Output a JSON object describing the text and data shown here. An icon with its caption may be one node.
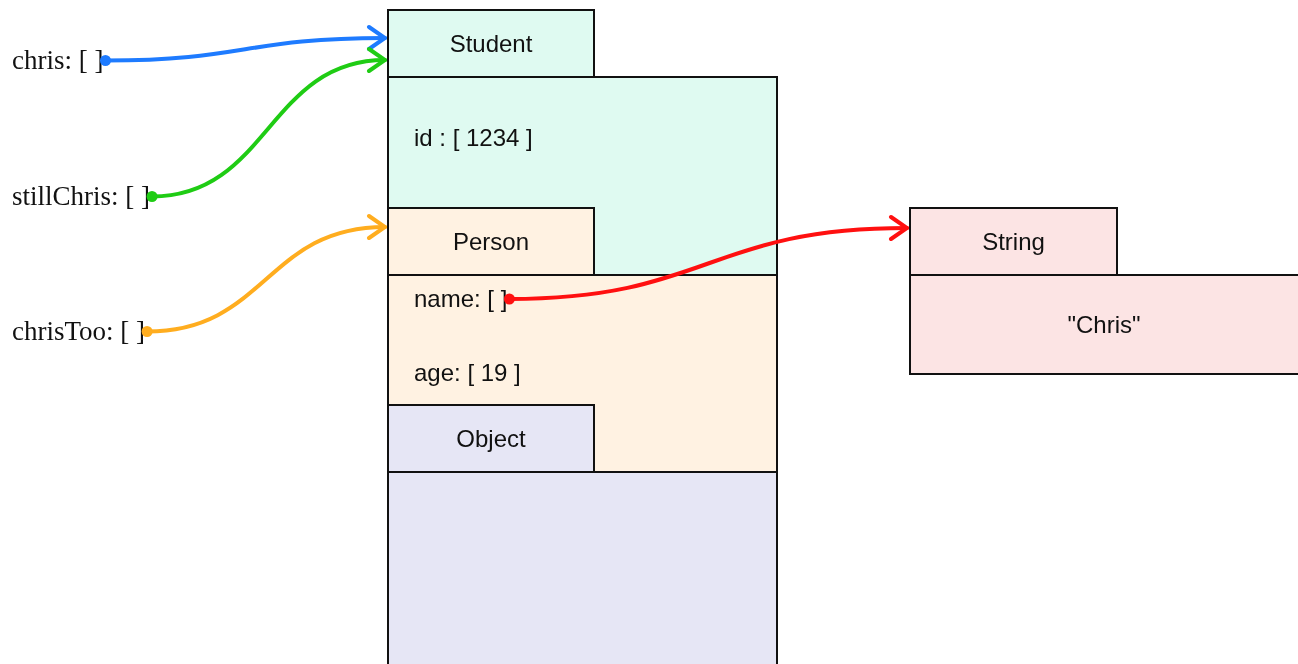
{
  "diagram": {
    "nodes": [
      {
        "text": [
          "chris: [ ]"
        ]
      },
      {
        "text": [
          "stillChris: [ ]"
        ]
      },
      {
        "text": [
          "chrisToo: [ ]"
        ]
      },
      {
        "text": [
          "Student",
          "id : [ 1234 ]"
        ]
      },
      {
        "text": [
          "Person"
        ],
        "in": 3
      },
      {
        "text": [
          "name: [ ]"
        ],
        "in": 4
      },
      {
        "text": [
          "age: [ 19 ]"
        ],
        "in": 4
      },
      {
        "text": [
          "Object"
        ],
        "in": 4
      },
      {
        "text": [
          "String",
          "\"Chris\""
        ]
      }
    ],
    "edges": [
      {
        "from": 0,
        "to": 3,
        "arrow": "to",
        "color": "#1e7bff"
      },
      {
        "from": 1,
        "to": 3,
        "arrow": "to",
        "color": "#1fcc14"
      },
      {
        "from": 2,
        "to": 4,
        "arrow": "to",
        "color": "#ffad1f"
      },
      {
        "from": 5,
        "to": 8,
        "arrow": "to",
        "color": "#ff1010"
      }
    ]
  }
}
